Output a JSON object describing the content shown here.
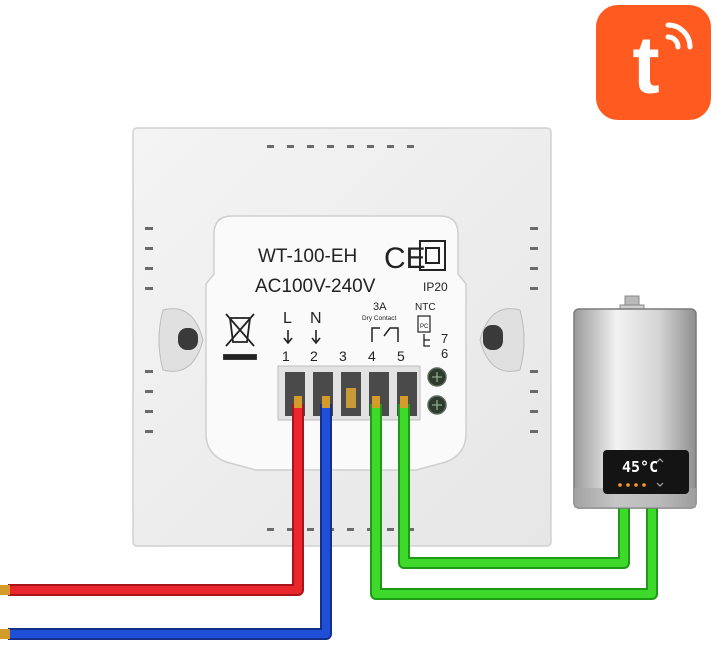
{
  "brand": {
    "logo_letter": "t",
    "logo_color": "#ff5a1f"
  },
  "device": {
    "model": "WT-100-EH",
    "voltage": "AC100V-240V",
    "ce_mark": "CE",
    "protection": "IP20",
    "relay_rating": "3A",
    "relay_type": "Dry Contact",
    "ntc_label": "NTC",
    "line_label": "L",
    "neutral_label": "N",
    "terminals": [
      "1",
      "2",
      "3",
      "4",
      "5"
    ],
    "ntc_terminals": [
      "7",
      "6"
    ],
    "ntc_symbol": "PC"
  },
  "boiler": {
    "display_temp": "45°C"
  },
  "wire_colors": {
    "live": "#e8262b",
    "neutral": "#1f4fd6",
    "contact": "#3fd92b"
  }
}
